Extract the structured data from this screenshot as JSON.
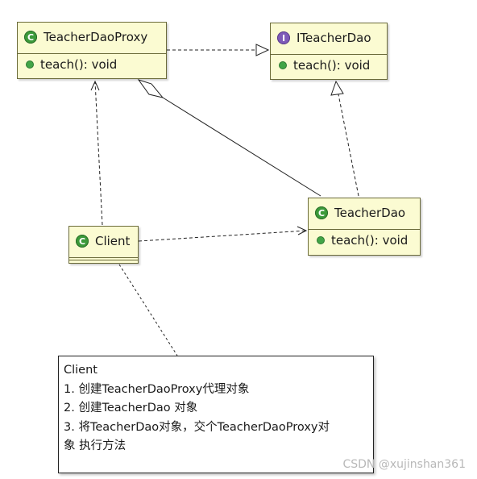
{
  "classes": {
    "teacher_dao_proxy": {
      "name": "TeacherDaoProxy",
      "method": "teach(): void"
    },
    "i_teacher_dao": {
      "name": "ITeacherDao",
      "method": "teach(): void"
    },
    "teacher_dao": {
      "name": "TeacherDao",
      "method": "teach(): void"
    },
    "client": {
      "name": "Client"
    }
  },
  "badges": {
    "class_badge": "C",
    "interface_badge": "I"
  },
  "note": {
    "line1": "Client",
    "line2": "1. 创建TeacherDaoProxy代理对象",
    "line3": "2. 创建TeacherDao 对象",
    "line4": "3. 将TeacherDao对象，交个TeacherDaoProxy对",
    "line5": "象 执行方法"
  },
  "watermark": "CSDN @xujinshan361",
  "colors": {
    "class_fill": "#fbfbd2",
    "class_badge": "#3c9a3a",
    "interface_badge": "#7e5ab8",
    "method_dot": "#42a547"
  }
}
